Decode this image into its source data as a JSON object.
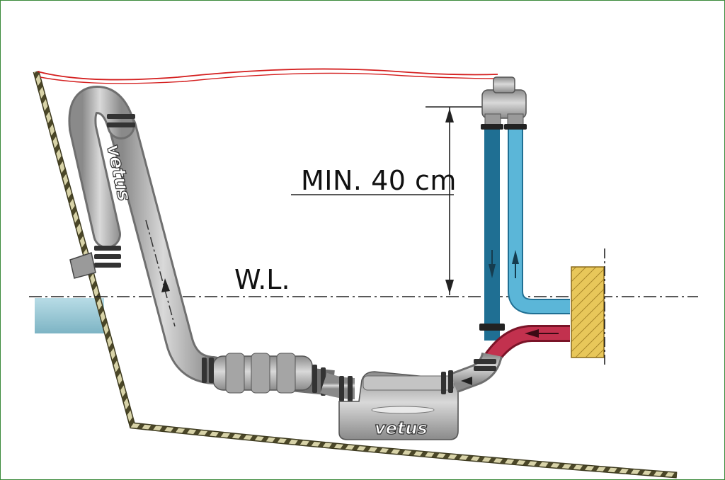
{
  "labels": {
    "min_height": "MIN. 40 cm",
    "waterline": "W.L."
  },
  "brand": {
    "name": "vetus"
  },
  "colors": {
    "hull": "#6e6a3a",
    "sea_water": "#9ccad6",
    "vent_line": "#d41f1f",
    "blue_pipe": "#3f9fc3",
    "red_pipe": "#b01f3a",
    "component_grey": "#b3b3b3",
    "transom_block": "#e3c24e"
  }
}
